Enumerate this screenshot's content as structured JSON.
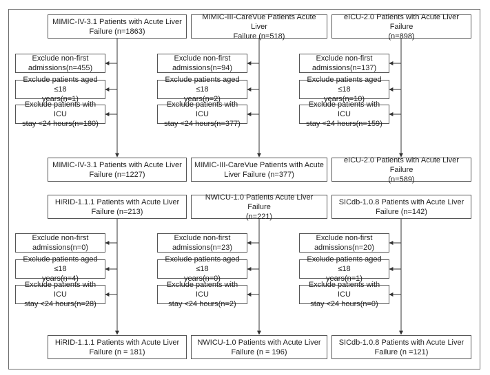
{
  "columns": [
    {
      "top_label": "MIMIC-IV-3.1 Patients with Acute Liver\nFailure (n=1863)",
      "excludes": [
        "Exclude non-first\nadmissions(n=455)",
        "Exclude patients aged ≤18\nyears(n=1)",
        "Exclude patients with ICU\nstay <24 hours(n=180)"
      ],
      "bottom_label": "MIMIC-IV-3.1 Patients with Acute Liver\nFailure (n=1227)"
    },
    {
      "top_label": "MIMIC-III-CareVue Patients Acute Liver\nFailure (n=518)",
      "excludes": [
        "Exclude non-first\nadmissions(n=94)",
        "Exclude patients aged ≤18\nyears(n=2)",
        "Exclude patients with ICU\nstay <24 hours(n=377)"
      ],
      "bottom_label": "MIMIC-III-CareVue Patients with Acute\nLiver Failure (n=377)"
    },
    {
      "top_label": "eICU-2.0 Patients with Acute Liver Failure\n(n=898)",
      "excludes": [
        "Exclude non-first\nadmissions(n=137)",
        "Exclude patients aged ≤18\nyears(n=10)",
        "Exclude patients with ICU\nstay <24 hours(n=159)"
      ],
      "bottom_label": "eICU-2.0 Patients with Acute Liver Failure\n(n=589)"
    },
    {
      "top_label": "HiRID-1.1.1 Patients with Acute Liver\nFailure (n=213)",
      "excludes": [
        "Exclude non-first\nadmissions(n=0)",
        "Exclude patients aged ≤18\nyears(n=4)",
        "Exclude patients with ICU\nstay <24 hours(n=28)"
      ],
      "bottom_label": "HiRID-1.1.1 Patients with Acute Liver\nFailure (n = 181)"
    },
    {
      "top_label": "NWICU-1.0 Patients Acute Liver Failure\n(n=221)",
      "excludes": [
        "Exclude non-first\nadmissions(n=23)",
        "Exclude patients aged ≤18\nyears(n=0)",
        "Exclude patients with ICU\nstay <24 hours(n=2)"
      ],
      "bottom_label": "NWICU-1.0 Patients with Acute Liver\nFailure (n = 196)"
    },
    {
      "top_label": "SICdb-1.0.8 Patients with Acute Liver\nFailure (n=142)",
      "excludes": [
        "Exclude non-first\nadmissions(n=20)",
        "Exclude patients aged ≤18\nyears(n=1)",
        "Exclude patients with ICU\nstay <24 hours(n=0)"
      ],
      "bottom_label": "SICdb-1.0.8 Patients with Acute Liver\nFailure (n =121)"
    }
  ]
}
